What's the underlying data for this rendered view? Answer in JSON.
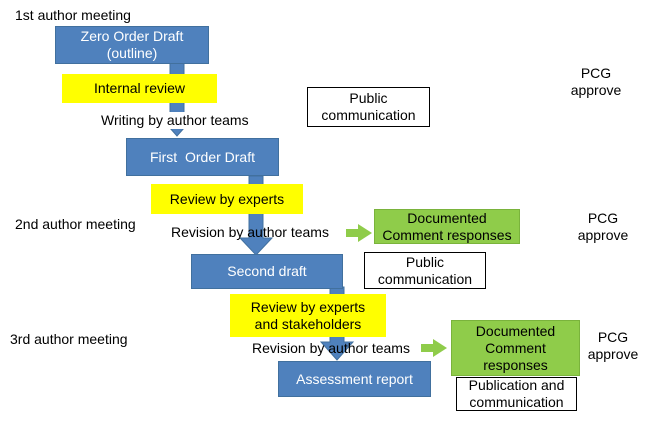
{
  "meetings": {
    "first": "1st author meeting",
    "second": "2nd author meeting",
    "third": "3rd author meeting"
  },
  "drafts": {
    "zero": "Zero Order Draft (outline)",
    "first": "First  Order Draft",
    "second": "Second draft",
    "final": "Assessment report"
  },
  "reviews": {
    "internal": "Internal review",
    "experts": "Review by experts",
    "stakeholders": "Review by experts and stakeholders"
  },
  "processes": {
    "writing": "Writing by author teams",
    "revision1": "Revision by author teams",
    "revision2": "Revision by author teams"
  },
  "outputs": {
    "public1": "Public communication",
    "public2": "Public communication",
    "publication": "Publication and communication",
    "comments1": "Documented Comment responses",
    "comments2": "Documented Comment responses"
  },
  "approvals": {
    "pcg1": "PCG approve",
    "pcg2": "PCG approve",
    "pcg3": "PCG approve"
  },
  "colors": {
    "draft_fill": "#4f81bd",
    "review_fill": "#ffff00",
    "comment_fill": "#8fcc4a",
    "arrow_green": "#8fcc4a"
  }
}
